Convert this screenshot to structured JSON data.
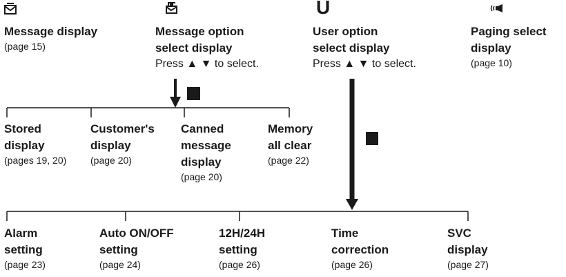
{
  "top_sections": [
    {
      "icon": "envelope-icon",
      "title_lines": [
        "Message display"
      ],
      "subtext": "(page 15)"
    },
    {
      "icon": "message-option-icon",
      "title_lines": [
        "Message option",
        "select display"
      ],
      "press_text": "Press ▲ ▼ to select."
    },
    {
      "icon": "user-option-icon",
      "icon_glyph": "Ü",
      "title_lines": [
        "User option",
        "select display"
      ],
      "press_text": "Press ▲ ▼ to select."
    },
    {
      "icon": "paging-icon",
      "title_lines": [
        "Paging select",
        "display"
      ],
      "subtext": "(page 10)"
    }
  ],
  "message_options": [
    {
      "title_lines": [
        "Stored",
        "display"
      ],
      "subtext": "(pages 19, 20)"
    },
    {
      "title_lines": [
        "Customer's",
        "display"
      ],
      "subtext": "(page 20)"
    },
    {
      "title_lines": [
        "Canned",
        "message",
        "display"
      ],
      "subtext": "(page 20)"
    },
    {
      "title_lines": [
        "Memory",
        "all clear"
      ],
      "subtext": "(page 22)"
    }
  ],
  "user_options": [
    {
      "title_lines": [
        "Alarm",
        "setting"
      ],
      "subtext": "(page 23)"
    },
    {
      "title_lines": [
        "Auto ON/OFF",
        "setting"
      ],
      "subtext": "(page 24)"
    },
    {
      "title_lines": [
        "12H/24H",
        "setting"
      ],
      "subtext": "(page 26)"
    },
    {
      "title_lines": [
        "Time",
        "correction"
      ],
      "subtext": "(page 26)"
    },
    {
      "title_lines": [
        "SVC",
        "display"
      ],
      "subtext": "(page 27)"
    }
  ]
}
